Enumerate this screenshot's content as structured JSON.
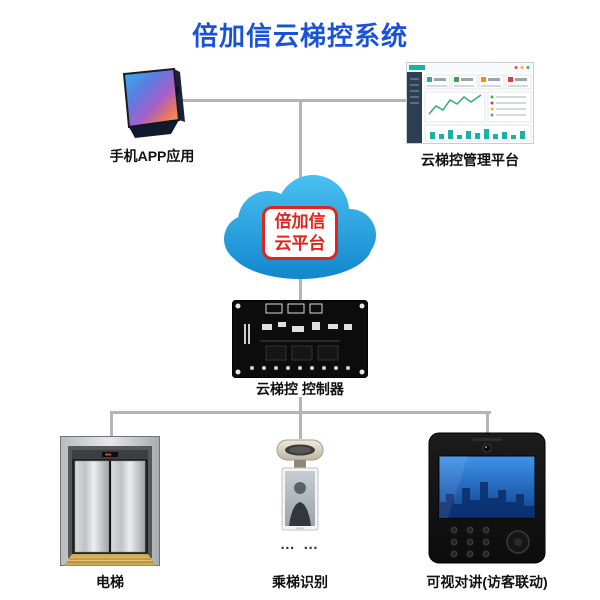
{
  "title": "倍加信云梯控系统",
  "colors": {
    "title_blue": "#1a53d8",
    "cloud_top": "#4cc1f2",
    "cloud_bottom": "#0d84cb",
    "badge_red": "#e1251b",
    "connector_gray": "#b5b5b5"
  },
  "nodes": {
    "phone": {
      "label": "手机APP应用"
    },
    "platform": {
      "label": "云梯控管理平台"
    },
    "cloud": {
      "line1": "倍加信",
      "line2": "云平台"
    },
    "controller": {
      "label": "云梯控 控制器"
    },
    "elevator": {
      "label": "电梯"
    },
    "recognition": {
      "label": "乘梯识别",
      "more_dots": "… …"
    },
    "intercom": {
      "label": "可视对讲(访客联动)"
    }
  }
}
